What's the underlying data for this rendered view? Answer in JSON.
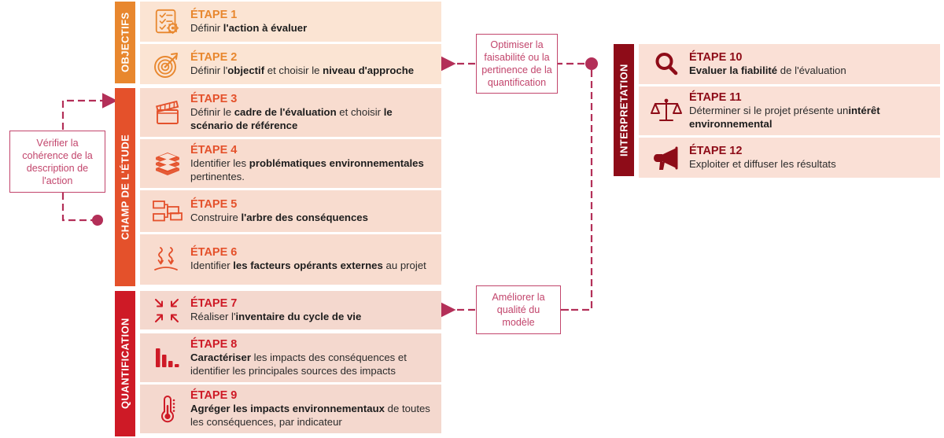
{
  "bands": {
    "objectifs": "OBJECTIFS",
    "champ": "CHAMP DE L'ÉTUDE",
    "quantification": "QUANTIFICATION",
    "interpretation": "INTERPRETATION"
  },
  "colors": {
    "objectifs": "#E8872E",
    "champ": "#E4512B",
    "quantification": "#CE1A26",
    "interpretation": "#8E0C18",
    "callout": "#C2456C",
    "card_tint_objectifs": "#FBE4D3",
    "card_tint_champ": "#F8DCCF",
    "card_tint_quantification": "#F4D8CE",
    "card_tint_interpretation": "#FAE0D6"
  },
  "steps": [
    {
      "number": "ÉTAPE 1",
      "icon": "checklist-gear-icon",
      "desc_html": "Définir <b>l'action à évaluer</b>",
      "phase": "objectifs"
    },
    {
      "number": "ÉTAPE 2",
      "icon": "target-arrow-icon",
      "desc_html": "Définir l'<b>objectif</b> et choisir le <b>niveau d'approche</b>",
      "phase": "objectifs"
    },
    {
      "number": "ÉTAPE 3",
      "icon": "clapperboard-icon",
      "desc_html": "Définir le <b>cadre de l'évaluation</b> et choisir <b>le scénario de référence</b>",
      "phase": "champ"
    },
    {
      "number": "ÉTAPE 4",
      "icon": "book-stack-icon",
      "desc_html": "Identifier les <b>problématiques environnementales</b> pertinentes.",
      "phase": "champ"
    },
    {
      "number": "ÉTAPE 5",
      "icon": "org-chart-icon",
      "desc_html": "Construire<b> l'arbre des conséquences</b>",
      "phase": "champ"
    },
    {
      "number": "ÉTAPE 6",
      "icon": "external-factors-arrows-icon",
      "desc_html": "Identifier <b>les facteurs opérants externes</b> au projet",
      "phase": "champ"
    },
    {
      "number": "ÉTAPE 7",
      "icon": "converging-arrows-icon",
      "desc_html": "Réaliser l'<b>inventaire du cycle de vie</b>",
      "phase": "quantification"
    },
    {
      "number": "ÉTAPE 8",
      "icon": "bar-chart-icon",
      "desc_html": "<b>Caractériser</b> les impacts des conséquences et identifier les principales sources des impacts",
      "phase": "quantification"
    },
    {
      "number": "ÉTAPE 9",
      "icon": "thermometer-icon",
      "desc_html": "<b>Agréger les impacts environnementaux</b> de toutes les conséquences, par indicateur",
      "phase": "quantification"
    },
    {
      "number": "ÉTAPE 10",
      "icon": "magnifier-icon",
      "desc_html": "<b>Evaluer la fiabilité</b> de l'évaluation",
      "phase": "interpretation"
    },
    {
      "number": "ÉTAPE 11",
      "icon": "scales-balance-icon",
      "desc_html": "Déterminer si le projet présente un<b>intérêt environnemental</b>",
      "phase": "interpretation"
    },
    {
      "number": "ÉTAPE 12",
      "icon": "megaphone-icon",
      "desc_html": "Exploiter et diffuser les résultats",
      "phase": "interpretation"
    }
  ],
  "callouts": [
    {
      "id": "coherence",
      "text": "Vérifier la cohérence de la description de l'action"
    },
    {
      "id": "optimiser",
      "text": "Optimiser la faisabilité ou la pertinence de la quantification"
    },
    {
      "id": "ameliorer",
      "text": "Améliorer la qualité du modèle"
    }
  ]
}
